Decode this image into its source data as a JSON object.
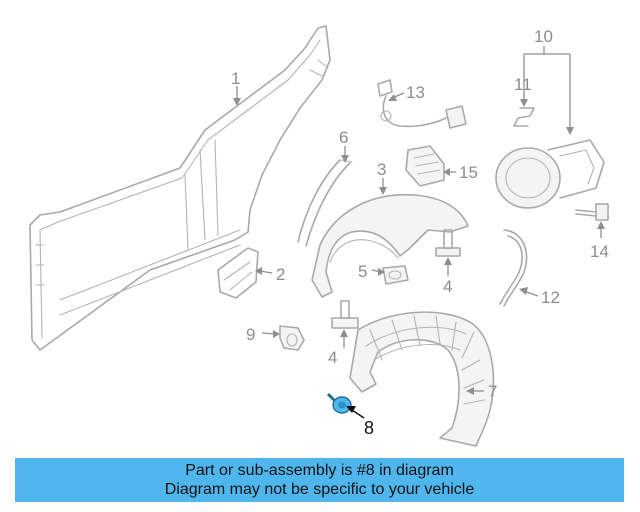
{
  "callouts": {
    "c1": "1",
    "c2": "2",
    "c3": "3",
    "c4a": "4",
    "c4b": "4",
    "c5": "5",
    "c6": "6",
    "c7": "7",
    "c8": "8",
    "c9": "9",
    "c10": "10",
    "c11": "11",
    "c12": "12",
    "c13": "13",
    "c14": "14",
    "c15": "15"
  },
  "highlighted_part": "8",
  "colors": {
    "banner": "#4fb7ee",
    "highlight": "#4fb7ee",
    "line_art": "#a9a9a9"
  },
  "banner": {
    "line1": "Part or sub-assembly is #8 in diagram",
    "line2": "Diagram may not be specific to your vehicle"
  }
}
